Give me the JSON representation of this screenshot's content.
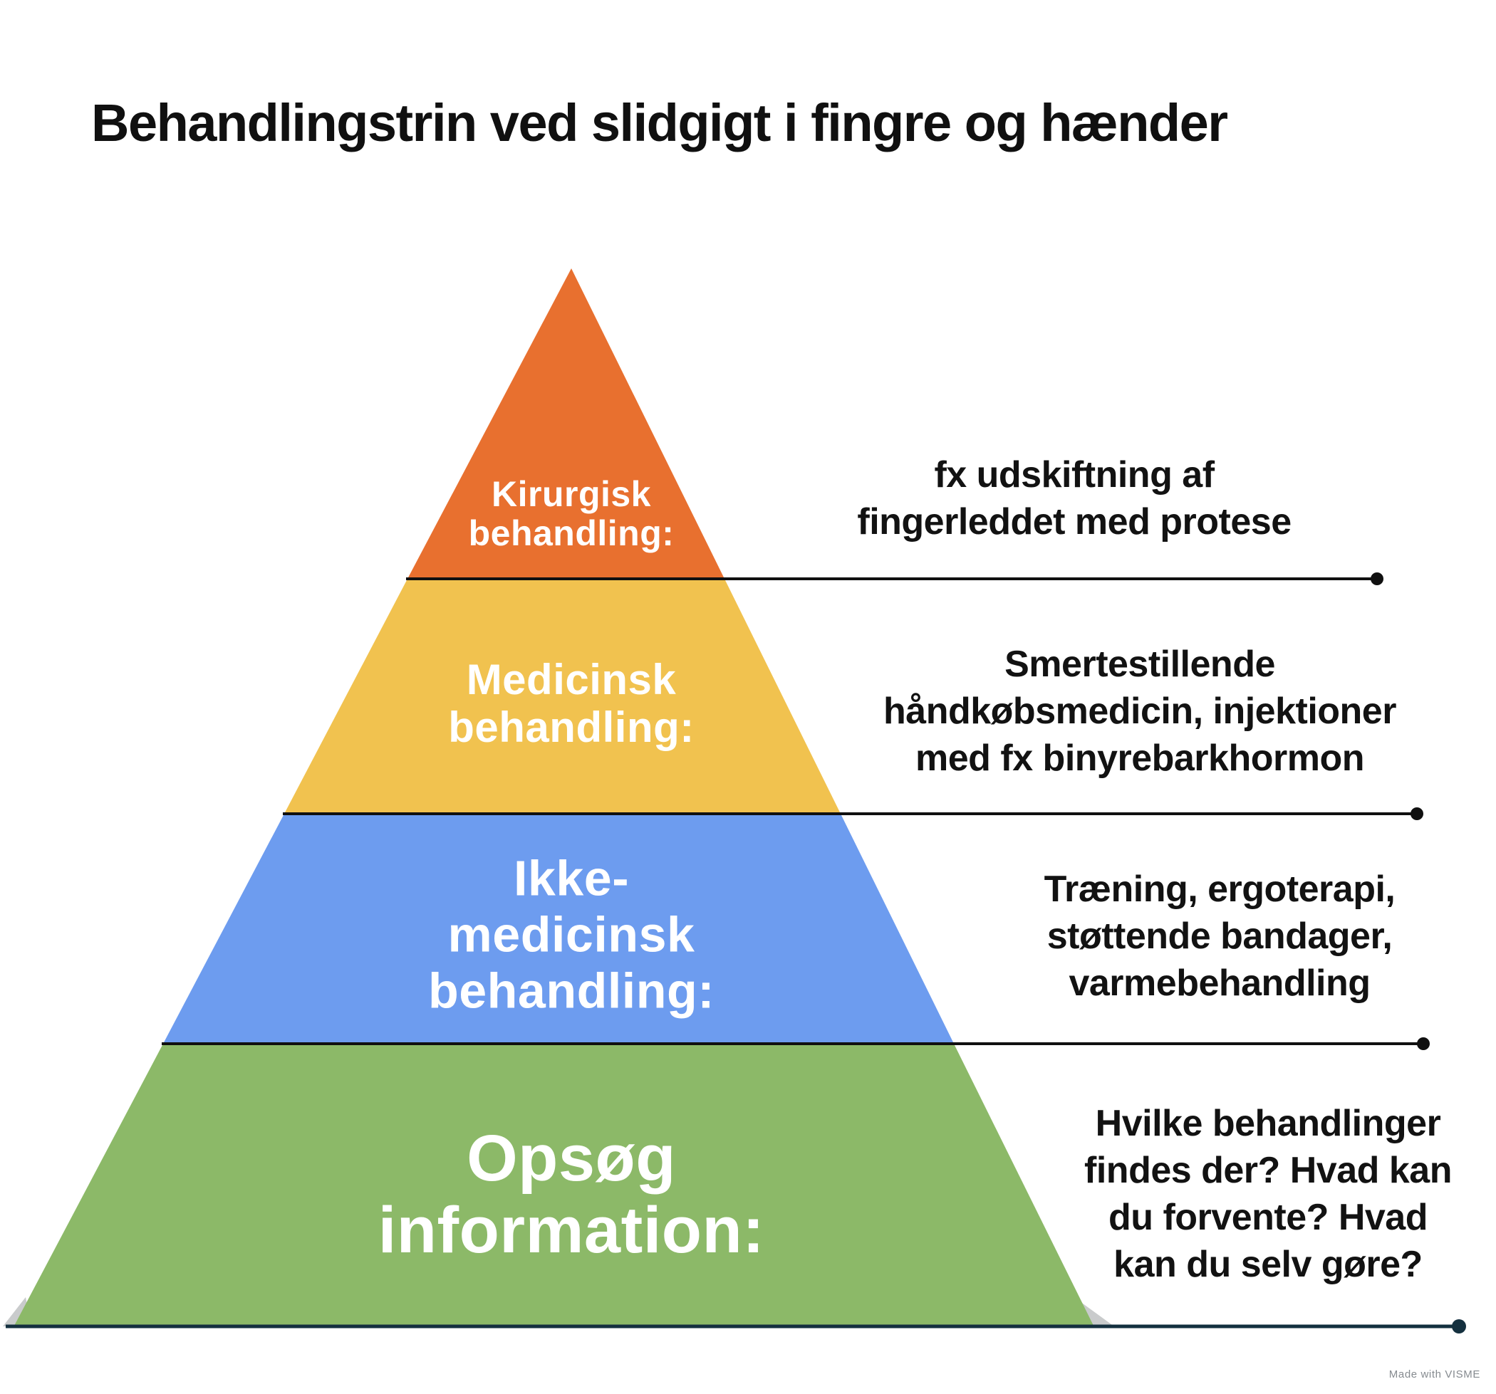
{
  "title": "Behandlingstrin ved slidgigt i fingre og hænder",
  "colors": {
    "level1": "#E8702F",
    "level2": "#F1C24F",
    "level3": "#6D9CEF",
    "level4": "#8CB968",
    "divider_line": "#101010",
    "divider_dot": "#101010",
    "baseline": "#14303F",
    "baseline_dot": "#14303F",
    "shadow": "#C9CBCC"
  },
  "levels": [
    {
      "label_lines": [
        "Kirurgisk",
        "behandling:"
      ],
      "desc_lines": [
        "fx udskiftning af",
        "fingerleddet med protese"
      ]
    },
    {
      "label_lines": [
        "Medicinsk",
        "behandling:"
      ],
      "desc_lines": [
        "Smertestillende",
        "håndkøbsmedicin, injektioner",
        "med fx binyrebarkhormon"
      ]
    },
    {
      "label_lines": [
        "Ikke-",
        "medicinsk",
        "behandling:"
      ],
      "desc_lines": [
        "Træning, ergoterapi,",
        "støttende bandager,",
        "varmebehandling"
      ]
    },
    {
      "label_lines": [
        "Opsøg",
        "information:"
      ],
      "desc_lines": [
        "Hvilke behandlinger",
        "findes der? Hvad kan",
        "du forvente? Hvad",
        "kan du selv gøre?"
      ]
    }
  ],
  "credit": "Made with VISME"
}
